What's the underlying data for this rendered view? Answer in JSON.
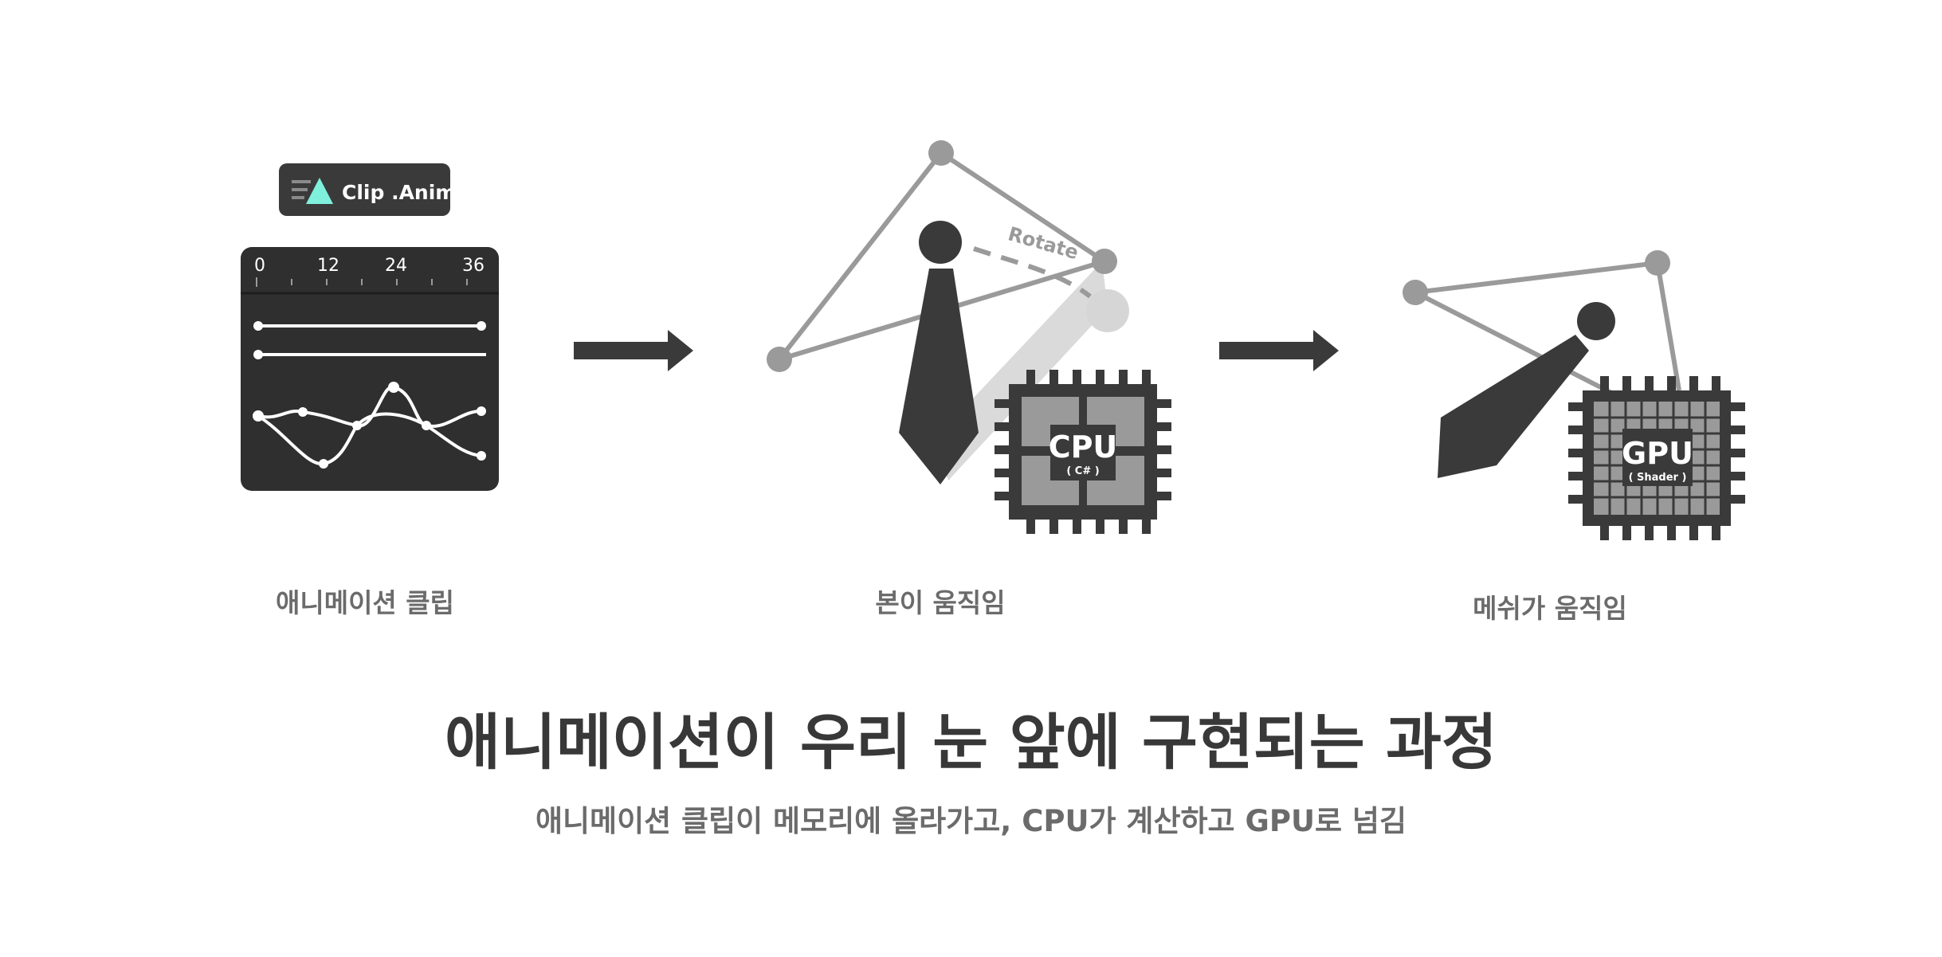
{
  "clip_badge": {
    "label": "Clip .Anim"
  },
  "timeline": {
    "ticks": [
      "0",
      "12",
      "24",
      "36"
    ]
  },
  "rotate_label": "Rotate",
  "cpu_chip": {
    "label": "CPU",
    "sublabel": "( C# )"
  },
  "gpu_chip": {
    "label": "GPU",
    "sublabel": "( Shader )"
  },
  "steps": [
    {
      "label": "애니메이션 클립"
    },
    {
      "label": "본이 움직임"
    },
    {
      "label": "메쉬가 움직임"
    }
  ],
  "title": "애니메이션이 우리 눈 앞에 구현되는 과정",
  "subtitle": "애니메이션 클립이 메모리에 올라가고, CPU가 계산하고 GPU로 넘김",
  "colors": {
    "dark": "#3a3a3a",
    "mid_gray": "#9a9a9a",
    "light_gray": "#d6d6d6",
    "accent_cyan": "#7ff0dc",
    "text_gray": "#6b6b6b",
    "title": "#383838"
  }
}
